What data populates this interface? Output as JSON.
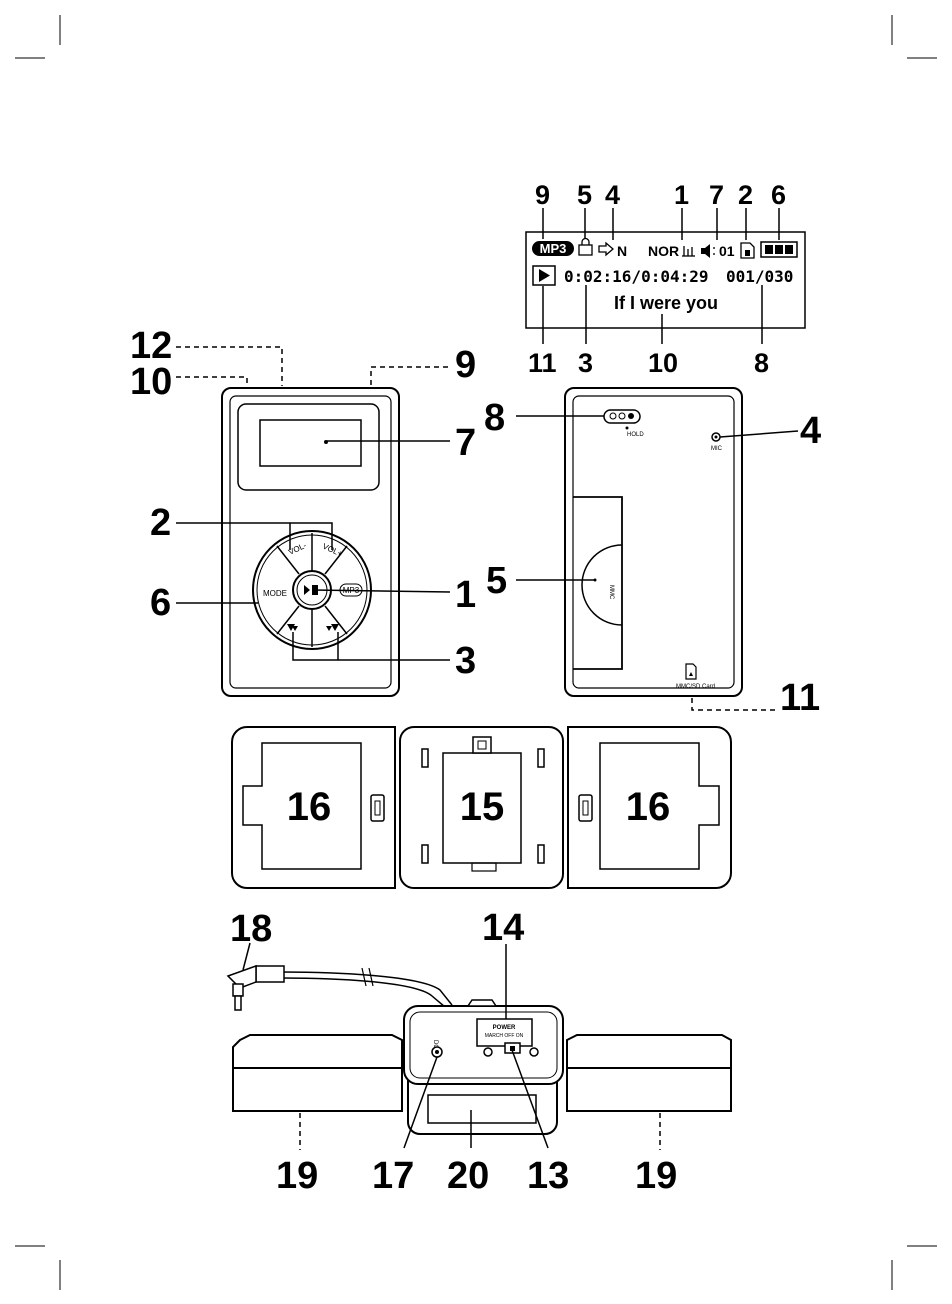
{
  "lcd": {
    "badge": "MP3",
    "arrow_label": "N",
    "eq": "NOR",
    "volume": "01",
    "time": "0:02:16/0:04:29",
    "track": "001/030",
    "song": "If I were you",
    "top_callouts": [
      "9",
      "5",
      "4",
      "1",
      "7",
      "2",
      "6"
    ],
    "bottom_callouts": [
      "11",
      "3",
      "10",
      "8"
    ]
  },
  "front": {
    "callouts": {
      "c12": "12",
      "c10": "10",
      "c9": "9",
      "c7": "7",
      "c2": "2",
      "c6": "6",
      "c1": "1",
      "c3": "3"
    },
    "buttons": {
      "vol_minus": "VOL-",
      "vol_plus": "VOL+",
      "mode": "MODE",
      "mp3": "MP3"
    }
  },
  "back": {
    "callouts": {
      "c8": "8",
      "c4": "4",
      "c5": "5",
      "c11": "11"
    },
    "labels": {
      "hold": "HOLD",
      "mic": "MIC",
      "card": "MMC/SD Card",
      "door": "MMC"
    }
  },
  "speakers_open": {
    "left": "16",
    "center": "15",
    "right": "16"
  },
  "speakers_side": {
    "callouts": {
      "c18": "18",
      "c14": "14",
      "c19a": "19",
      "c17": "17",
      "c20": "20",
      "c13": "13",
      "c19b": "19"
    },
    "panel": {
      "power": "POWER",
      "switch": "MARCH OFF ON",
      "dc": "DC 5V"
    }
  }
}
